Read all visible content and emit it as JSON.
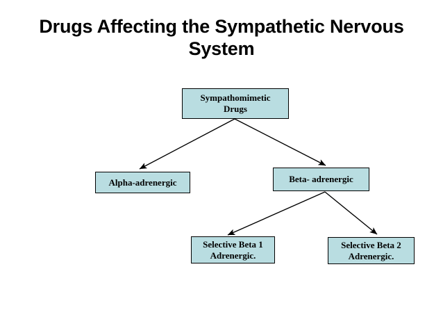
{
  "slide": {
    "title": "Drugs Affecting the Sympathetic Nervous System",
    "background_color": "#ffffff"
  },
  "style": {
    "node_fill": "#b9dde1",
    "node_border": "#000000",
    "text_color": "#000000",
    "connector_color": "#000000"
  },
  "diagram": {
    "type": "flowchart",
    "orientation": "top-down",
    "nodes": [
      {
        "id": "root",
        "label": "Sympathomimetic\nDrugs",
        "level": 0
      },
      {
        "id": "alpha",
        "label": "Alpha-adrenergic",
        "level": 1
      },
      {
        "id": "beta",
        "label": "Beta- adrenergic",
        "level": 1
      },
      {
        "id": "beta1",
        "label": "Selective Beta 1\nAdrenergic.",
        "level": 2
      },
      {
        "id": "beta2",
        "label": "Selective Beta 2\nAdrenergic.",
        "level": 2
      }
    ],
    "edges": [
      {
        "from": "root",
        "to": "alpha",
        "arrow": true
      },
      {
        "from": "root",
        "to": "beta",
        "arrow": true
      },
      {
        "from": "beta",
        "to": "beta1",
        "arrow": true
      },
      {
        "from": "beta",
        "to": "beta2",
        "arrow": true
      }
    ]
  }
}
